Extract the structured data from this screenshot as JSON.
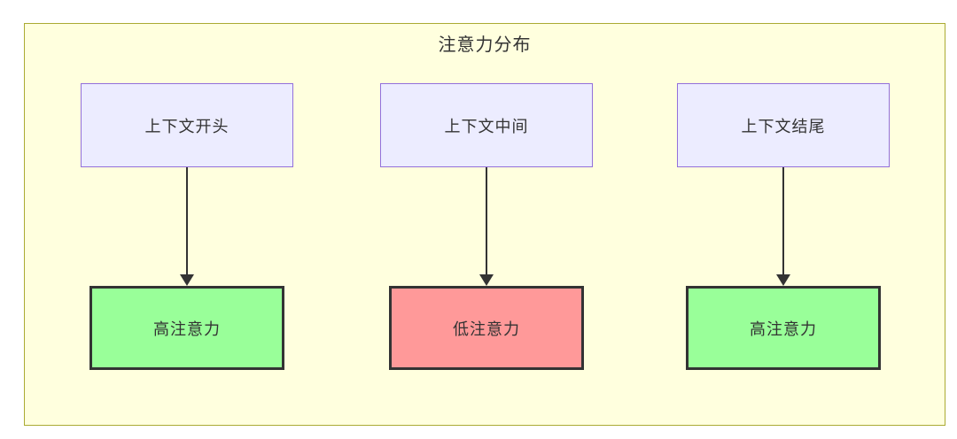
{
  "diagram": {
    "type": "flowchart-top-down",
    "title": "注意力分布",
    "columns": [
      {
        "source": {
          "label": "上下文开头"
        },
        "target": {
          "label": "高注意力",
          "level": "high"
        }
      },
      {
        "source": {
          "label": "上下文中间"
        },
        "target": {
          "label": "低注意力",
          "level": "low"
        }
      },
      {
        "source": {
          "label": "上下文结尾"
        },
        "target": {
          "label": "高注意力",
          "level": "high"
        }
      }
    ],
    "edges": [
      {
        "from": "上下文开头",
        "to": "高注意力"
      },
      {
        "from": "上下文中间",
        "to": "低注意力"
      },
      {
        "from": "上下文结尾",
        "to": "高注意力"
      }
    ],
    "colors": {
      "canvas_background": "#FFFFFF",
      "container_fill": "#FFFFDE",
      "container_border": "#AAAA33",
      "context_node_fill": "#ECECFF",
      "context_node_border": "#9370DB",
      "high_attention_fill": "#99FF99",
      "low_attention_fill": "#FF9999",
      "result_node_border": "#333333",
      "arrow": "#333333",
      "text": "#333333"
    }
  }
}
